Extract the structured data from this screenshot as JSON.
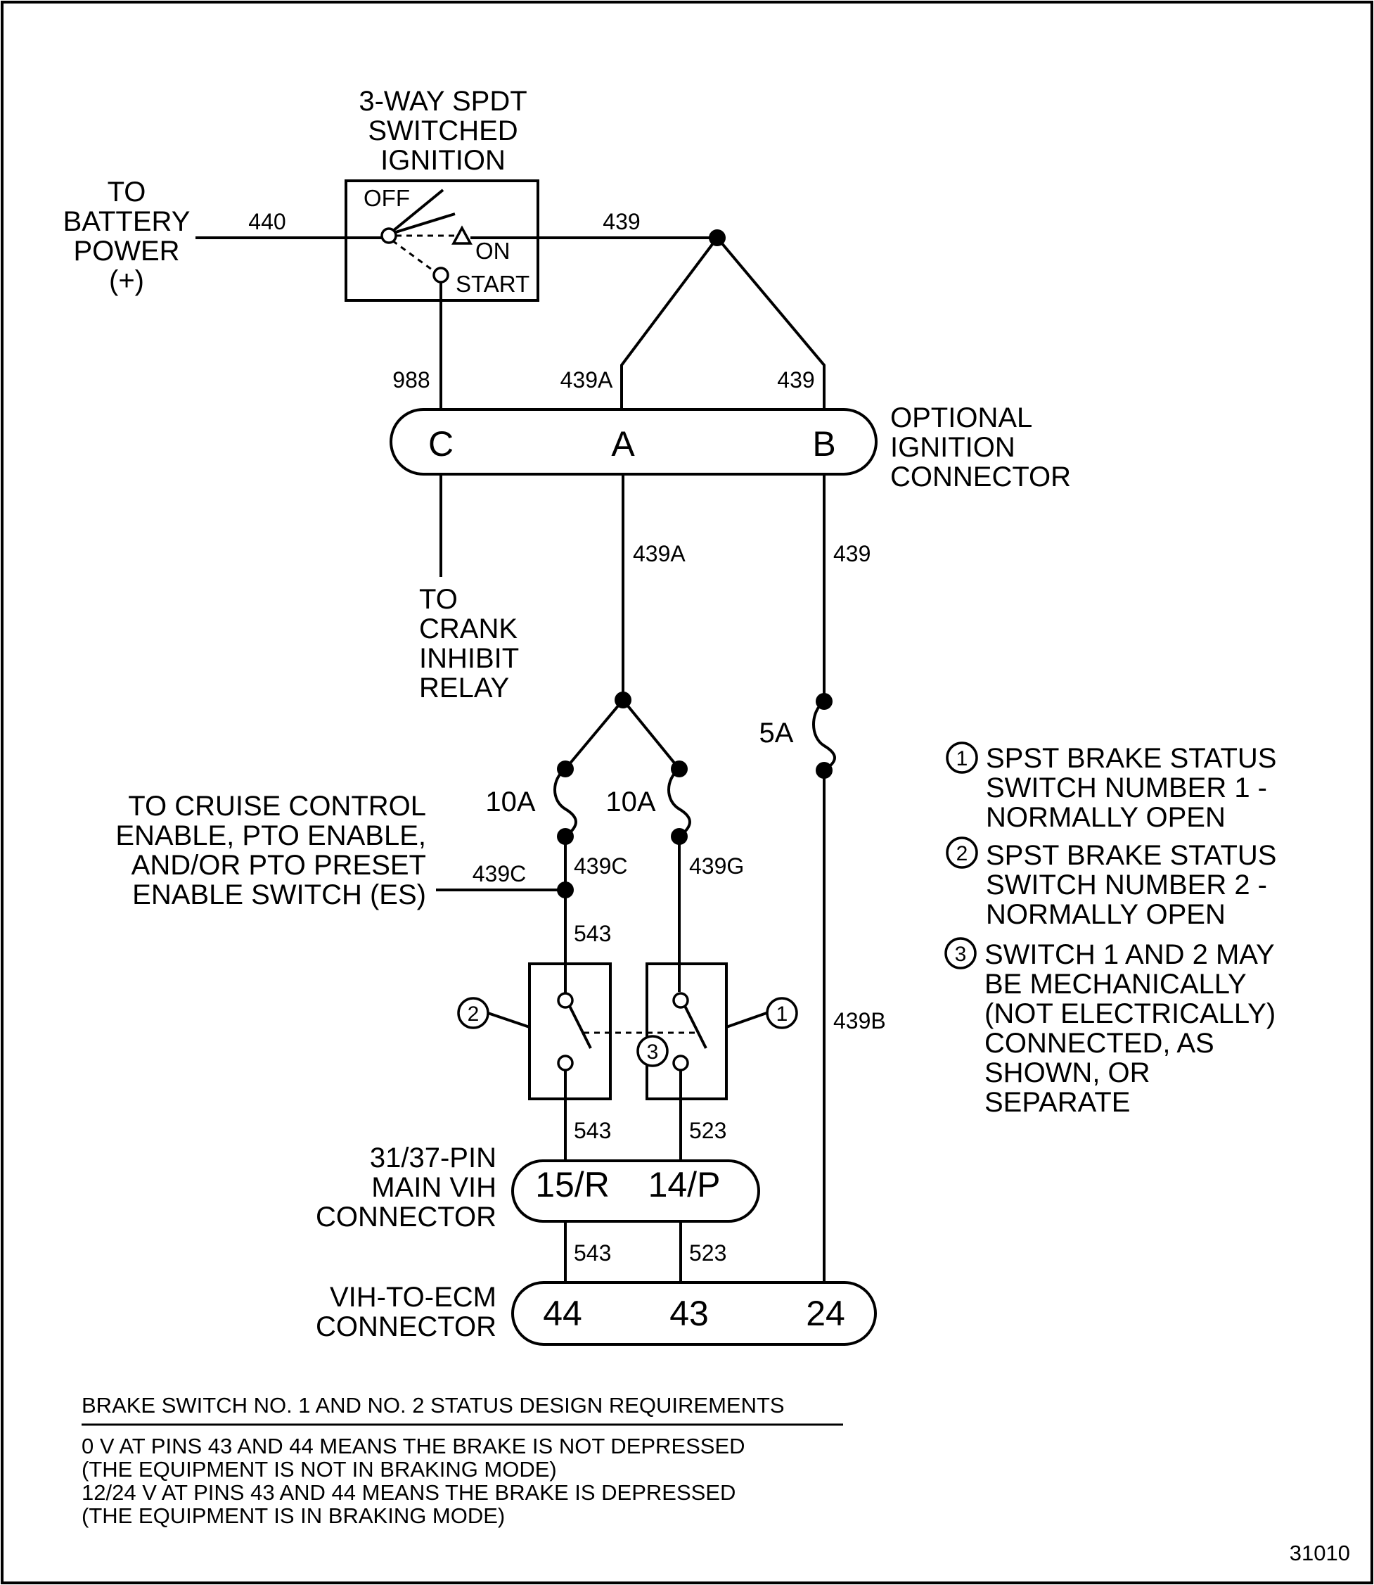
{
  "switch_title": [
    "3-WAY SPDT",
    "SWITCHED",
    "IGNITION"
  ],
  "switch_positions": {
    "off": "OFF",
    "on": "ON",
    "start": "START"
  },
  "battery_label": [
    "TO",
    "BATTERY",
    "POWER",
    "(+)"
  ],
  "wires": {
    "w440": "440",
    "w439_top": "439",
    "w988": "988",
    "w439a_top": "439A",
    "w439_b_top": "439",
    "w439a_mid": "439A",
    "w439_mid": "439",
    "w439c_branch": "439C",
    "w439c": "439C",
    "w439g": "439G",
    "w543_a": "543",
    "w439b": "439B",
    "w543_b": "543",
    "w523_a": "523",
    "w543_c": "543",
    "w523_b": "523"
  },
  "ignition_connector": {
    "label": [
      "OPTIONAL",
      "IGNITION",
      "CONNECTOR"
    ],
    "pins": [
      "C",
      "A",
      "B"
    ]
  },
  "crank_label": [
    "TO",
    "CRANK",
    "INHIBIT",
    "RELAY"
  ],
  "fuses": {
    "f1": "10A",
    "f2": "10A",
    "f3": "5A"
  },
  "cruise_label": [
    "TO CRUISE CONTROL",
    "ENABLE, PTO ENABLE,",
    "AND/OR PTO PRESET",
    "ENABLE SWITCH (ES)"
  ],
  "callouts": {
    "c1": "1",
    "c2": "2",
    "c3": "3"
  },
  "legend": [
    {
      "num": "1",
      "lines": [
        "SPST BRAKE STATUS",
        "SWITCH NUMBER 1 -",
        "NORMALLY OPEN"
      ]
    },
    {
      "num": "2",
      "lines": [
        "SPST BRAKE STATUS",
        "SWITCH NUMBER 2 -",
        "NORMALLY OPEN"
      ]
    },
    {
      "num": "3",
      "lines": [
        "SWITCH 1 AND 2 MAY",
        "BE MECHANICALLY",
        "(NOT ELECTRICALLY)",
        "CONNECTED, AS",
        "SHOWN, OR",
        "SEPARATE"
      ]
    }
  ],
  "vih_connector": {
    "label": [
      "31/37-PIN",
      "MAIN VIH",
      "CONNECTOR"
    ],
    "pins": [
      "15/R",
      "14/P"
    ]
  },
  "ecm_connector": {
    "label": [
      "VIH-TO-ECM",
      "CONNECTOR"
    ],
    "pins": [
      "44",
      "43",
      "24"
    ]
  },
  "notes": {
    "title": "BRAKE SWITCH NO. 1 AND NO. 2 STATUS DESIGN REQUIREMENTS",
    "lines": [
      "0 V AT PINS 43 AND 44 MEANS THE BRAKE IS NOT DEPRESSED",
      "(THE EQUIPMENT IS NOT IN BRAKING MODE)",
      "12/24 V AT PINS 43 AND 44 MEANS THE BRAKE IS DEPRESSED",
      "(THE EQUIPMENT IS IN BRAKING MODE)"
    ]
  },
  "figure_number": "31010"
}
